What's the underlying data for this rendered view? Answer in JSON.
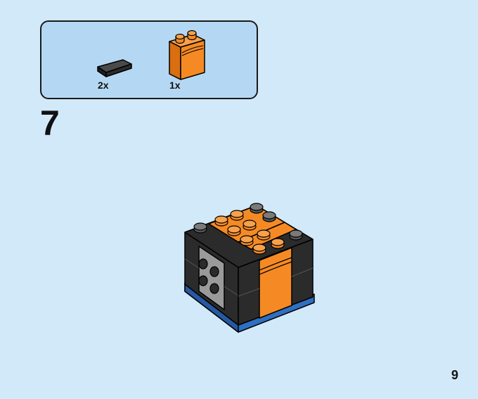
{
  "parts_list": {
    "items": [
      {
        "part": "black-tile-1x2",
        "quantity": "2x",
        "color": "#2b2b2b"
      },
      {
        "part": "orange-brick-1x2x2",
        "quantity": "1x",
        "color": "#f58a24"
      }
    ]
  },
  "step": {
    "number": "7"
  },
  "page": {
    "number": "9"
  },
  "colors": {
    "background": "#d2e9fa",
    "parts_box": "#b4d8f3",
    "orange": "#f58a24",
    "black": "#2b2b2b",
    "blue": "#2f6fc1",
    "gray": "#9a9a9a"
  }
}
